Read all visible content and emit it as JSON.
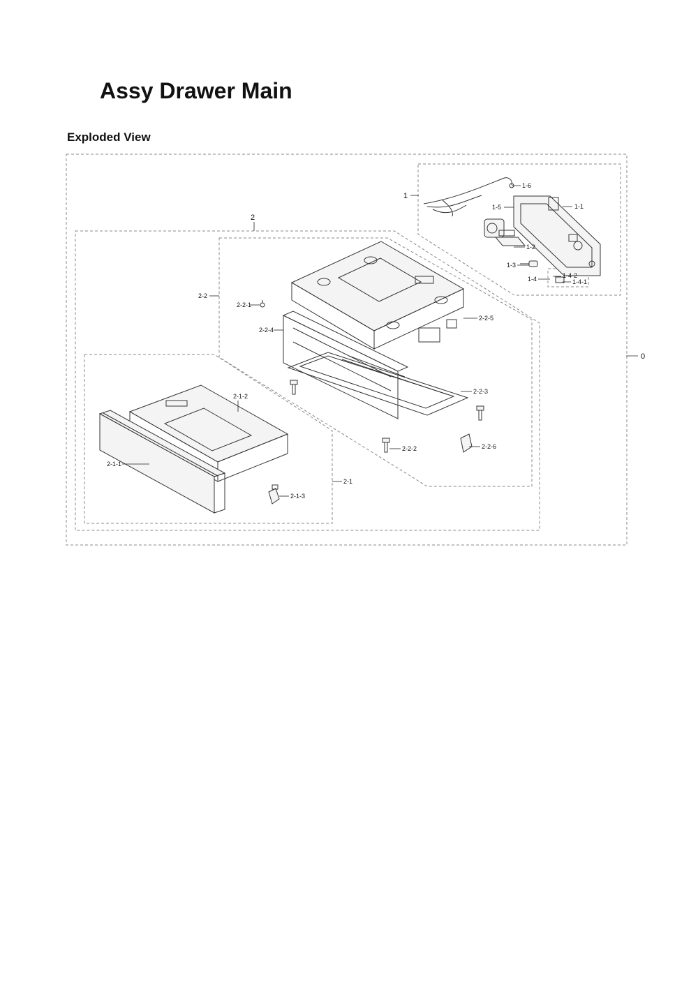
{
  "page": {
    "title": "Assy Drawer Main",
    "section": "Exploded View"
  },
  "callouts": {
    "c0": "0",
    "c1": "1",
    "c1_1": "1-1",
    "c1_2": "1-2",
    "c1_3": "1-3",
    "c1_4": "1-4",
    "c1_4_1": "1-4-1",
    "c1_4_2": "1-4-2",
    "c1_5": "1-5",
    "c1_6": "1-6",
    "c2": "2",
    "c2_1": "2-1",
    "c2_1_1": "2-1-1",
    "c2_1_2": "2-1-2",
    "c2_1_3": "2-1-3",
    "c2_2": "2-2",
    "c2_2_1": "2-2-1",
    "c2_2_2": "2-2-2",
    "c2_2_3": "2-2-3",
    "c2_2_4": "2-2-4",
    "c2_2_5": "2-2-5",
    "c2_2_6": "2-2-6"
  }
}
